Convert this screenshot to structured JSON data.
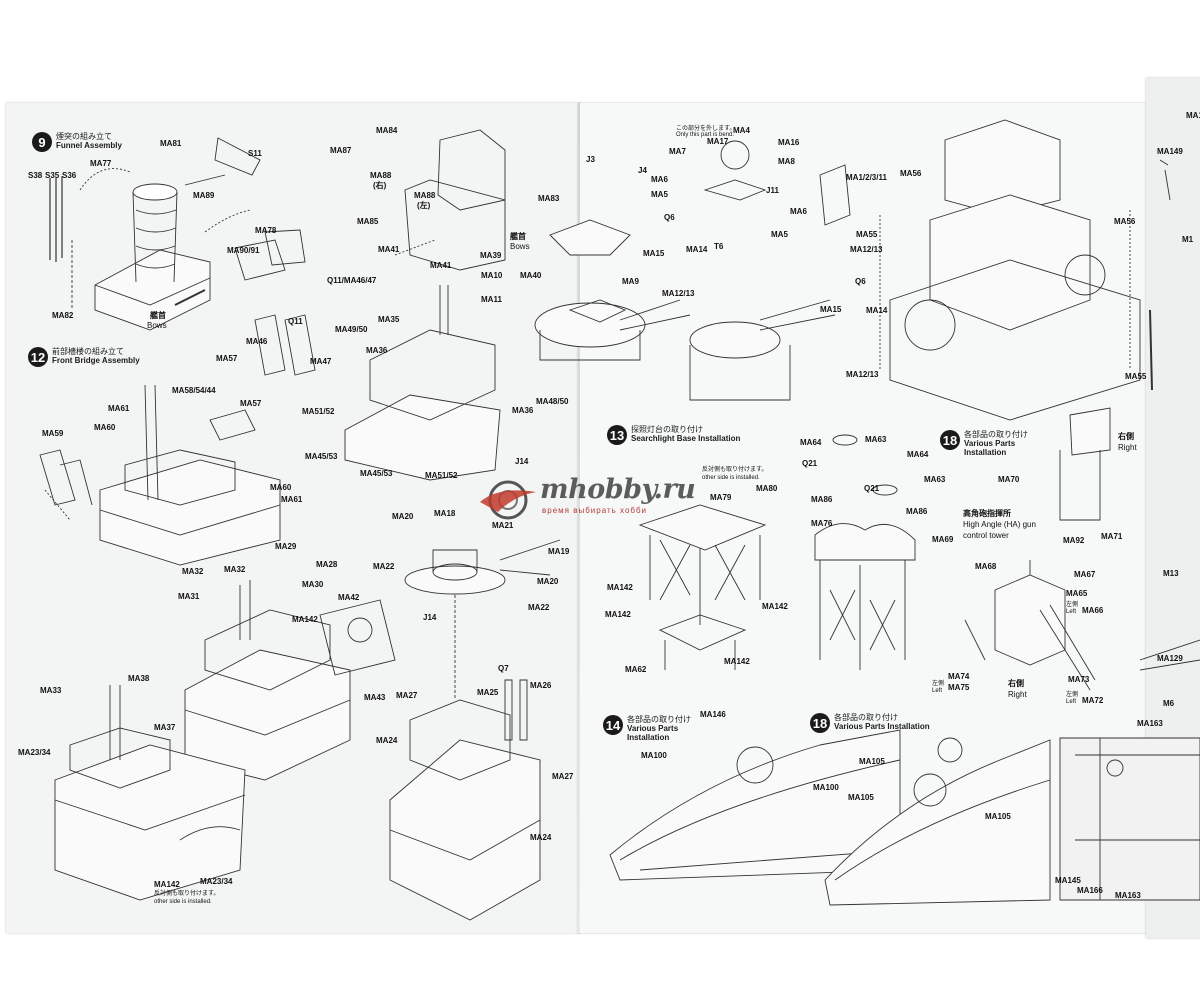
{
  "sections": {
    "s9": {
      "num": "9",
      "jp": "煙突の組み立て",
      "en": "Funnel Assembly"
    },
    "s12": {
      "num": "12",
      "jp": "前部檣楼の組み立て",
      "en": "Front Bridge Assembly"
    },
    "s13": {
      "num": "13",
      "jp": "探照灯台の取り付け",
      "en": "Searchlight Base Installation"
    },
    "s14": {
      "num": "14",
      "jp": "各部品の取り付け",
      "en1": "Various Parts",
      "en2": "Installation"
    },
    "s18a": {
      "num": "18",
      "jp": "各部品の取り付け",
      "en": "Various Parts Installation"
    },
    "s18b": {
      "num": "18",
      "jp": "各部品の取り付け",
      "en1": "Various Parts",
      "en2": "Installation"
    }
  },
  "labels": {
    "s38": "S38",
    "s35": "S35",
    "s36": "S36",
    "ma77": "MA77",
    "ma81": "MA81",
    "ma89": "MA89",
    "s11": "S11",
    "ma78": "MA78",
    "ma9091": "MA90/91",
    "ma82": "MA82",
    "bows_jp1": "艦首",
    "bows1": "Bows",
    "ma84": "MA84",
    "ma87": "MA87",
    "ma88r": "MA88",
    "migi": "(右)",
    "ma88l": "MA88",
    "hidari": "(左)",
    "ma85": "MA85",
    "ma83": "MA83",
    "bows_jp2": "艦首",
    "bows2": "Bows",
    "ma41a": "MA41",
    "ma41b": "MA41",
    "ma39": "MA39",
    "ma10": "MA10",
    "ma40": "MA40",
    "ma11": "MA11",
    "q11ma": "Q11/MA46/47",
    "ma35": "MA35",
    "ma4950": "MA49/50",
    "ma36": "MA36",
    "ma36b": "MA36",
    "ma4850": "MA48/50",
    "ma5152": "MA51/52",
    "ma4553": "MA45/53",
    "ma4553b": "MA45/53",
    "ma5152b": "MA51/52",
    "q11": "Q11",
    "ma46": "MA46",
    "ma47": "MA47",
    "ma57a": "MA57",
    "ma585444": "MA58/54/44",
    "ma57b": "MA57",
    "ma61a": "MA61",
    "ma60a": "MA60",
    "ma59": "MA59",
    "ma60b": "MA60",
    "ma61b": "MA61",
    "ma29": "MA29",
    "ma28": "MA28",
    "ma32a": "MA32",
    "ma32b": "MA32",
    "ma30": "MA30",
    "ma31": "MA31",
    "ma142a": "MA142",
    "ma42": "MA42",
    "ma33": "MA33",
    "ma38": "MA38",
    "ma37": "MA37",
    "ma2334a": "MA23/34",
    "ma2334b": "MA23/34",
    "ma142b": "MA142",
    "other_jp": "反対側も取り付けます。",
    "other_en": "other side is installed.",
    "ma20": "MA20",
    "ma18": "MA18",
    "ma21": "MA21",
    "ma22a": "MA22",
    "ma19": "MA19",
    "ma20b": "MA20",
    "ma22b": "MA22",
    "j14a": "J14",
    "j14b": "J14",
    "q7": "Q7",
    "ma25": "MA25",
    "ma26": "MA26",
    "ma43": "MA43",
    "ma27a": "MA27",
    "ma24a": "MA24",
    "ma27b": "MA27",
    "ma24b": "MA24",
    "j3": "J3",
    "j4": "J4",
    "ma7": "MA7",
    "ma17": "MA17",
    "ma4": "MA4",
    "ma16": "MA16",
    "ma8": "MA8",
    "ma6a": "MA6",
    "ma5a": "MA5",
    "j11": "J11",
    "ma6b": "MA6",
    "ma5b": "MA5",
    "q6a": "Q6",
    "ma15a": "MA15",
    "ma14a": "MA14",
    "t6": "T6",
    "ma9": "MA9",
    "ma1213a": "MA12/13",
    "ma123a": "MA1/2/3/11",
    "ma1213b": "MA12/13",
    "q6b": "Q6",
    "ma15b": "MA15",
    "ma14b": "MA14",
    "ma1213c": "MA12/13",
    "this_part": "この部分を外します。",
    "only_this": "Only this part is bend.",
    "ma56a": "MA56",
    "ma55a": "MA55",
    "ma56b": "MA56",
    "ma55b": "MA55",
    "ma79": "MA79",
    "ma80": "MA80",
    "ma142c": "MA142",
    "ma142d": "MA142",
    "ma142e": "MA142",
    "ma62": "MA62",
    "ma142f": "MA142",
    "ma64a": "MA64",
    "ma63a": "MA63",
    "q21a": "Q21",
    "ma64b": "MA64",
    "ma86a": "MA86",
    "q21b": "Q21",
    "ma63b": "MA63",
    "ma86b": "MA86",
    "ma76": "MA76",
    "ma69": "MA69",
    "migi_jp": "右側",
    "right1": "Right",
    "ma70": "MA70",
    "ma71": "MA71",
    "ha_jp": "高角砲指揮所",
    "ha1": "High Angle (HA) gun",
    "ha2": "control tower",
    "ma92": "MA92",
    "ma68": "MA68",
    "ma67": "MA67",
    "ma65": "MA65",
    "hidari2": "左側",
    "left1": "Left",
    "ma66": "MA66",
    "ma74": "MA74",
    "ma75": "MA75",
    "hidari3": "左側",
    "left2": "Left",
    "migi2": "右側",
    "right2": "Right",
    "ma73": "MA73",
    "hidari4": "左側",
    "left3": "Left",
    "ma72": "MA72",
    "ma146": "MA146",
    "ma100a": "MA100",
    "ma100b": "MA100",
    "ma105a": "MA105",
    "ma105b": "MA105",
    "ma105c": "MA105",
    "ma1": "MA1",
    "ma149": "MA149",
    "m1": "M1",
    "m13": "M13",
    "ma129": "MA129",
    "m6": "M6",
    "ma163a": "MA163",
    "ma145": "MA145",
    "ma166": "MA166",
    "ma163b": "MA163"
  },
  "watermark": {
    "brand": "mhobby.ru",
    "tagline": "время выбирать хобби"
  }
}
